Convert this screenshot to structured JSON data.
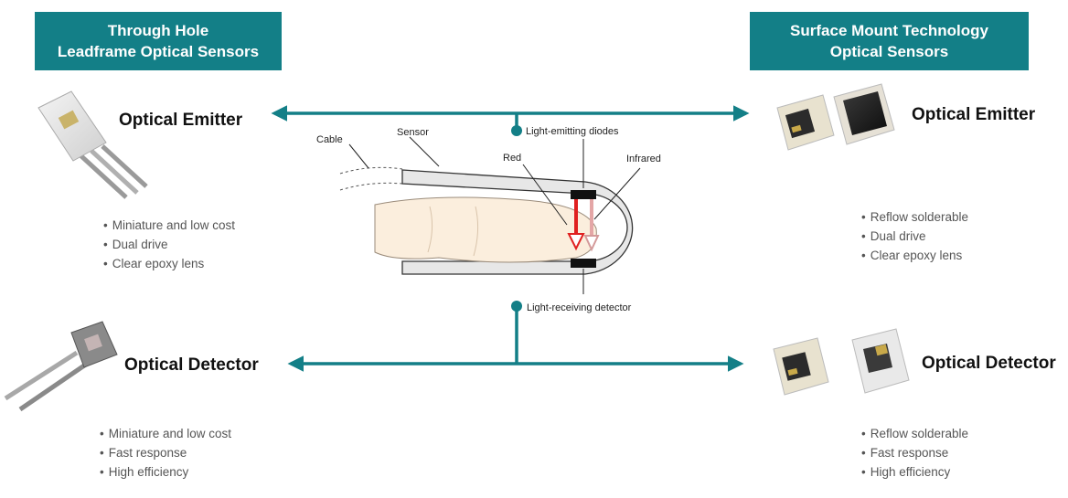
{
  "left": {
    "header": [
      "Through Hole",
      "Leadframe Optical Sensors"
    ],
    "emitter": {
      "title": "Optical Emitter",
      "bullets": [
        "Miniature and low cost",
        "Dual drive",
        "Clear epoxy lens"
      ]
    },
    "detector": {
      "title": "Optical Detector",
      "bullets": [
        "Miniature and low cost",
        "Fast response",
        "High efficiency"
      ]
    }
  },
  "right": {
    "header": [
      "Surface Mount Technology",
      "Optical Sensors"
    ],
    "emitter": {
      "title": "Optical Emitter",
      "bullets": [
        "Reflow solderable",
        "Dual drive",
        "Clear epoxy lens"
      ]
    },
    "detector": {
      "title": "Optical Detector",
      "bullets": [
        "Reflow solderable",
        "Fast response",
        "High efficiency"
      ]
    }
  },
  "diagram": {
    "cable": "Cable",
    "sensor": "Sensor",
    "leds": "Light-emitting diodes",
    "red": "Red",
    "infrared": "Infrared",
    "detector": "Light-receiving detector"
  },
  "colors": {
    "accent": "#137f87",
    "red": "#e02020",
    "skin": "#fbeedd"
  }
}
